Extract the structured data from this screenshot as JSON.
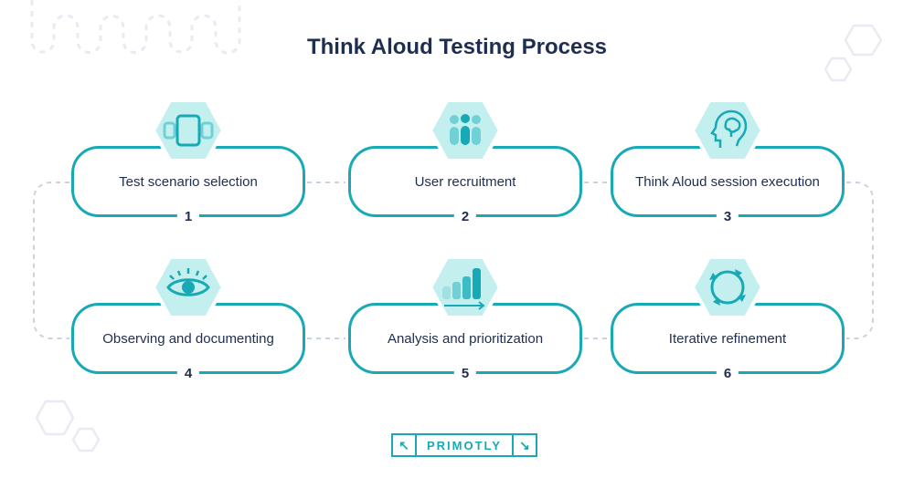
{
  "title": "Think Aloud Testing Process",
  "steps": [
    {
      "number": "1",
      "label": "Test scenario selection",
      "icon": "devices-icon"
    },
    {
      "number": "2",
      "label": "User recruitment",
      "icon": "users-icon"
    },
    {
      "number": "3",
      "label": "Think Aloud session execution",
      "icon": "head-brain-icon"
    },
    {
      "number": "4",
      "label": "Observing and documenting",
      "icon": "eye-icon"
    },
    {
      "number": "5",
      "label": "Analysis and prioritization",
      "icon": "bar-chart-icon"
    },
    {
      "number": "6",
      "label": "Iterative refinement",
      "icon": "refresh-cycle-icon"
    }
  ],
  "logo": {
    "text": "PRIMOTLY",
    "left_arrow": "↖",
    "right_arrow": "↘"
  },
  "colors": {
    "accent": "#17a9b5",
    "hex_fill": "#c4efef",
    "title": "#1f2d4f",
    "dash": "#c9d3e0"
  }
}
